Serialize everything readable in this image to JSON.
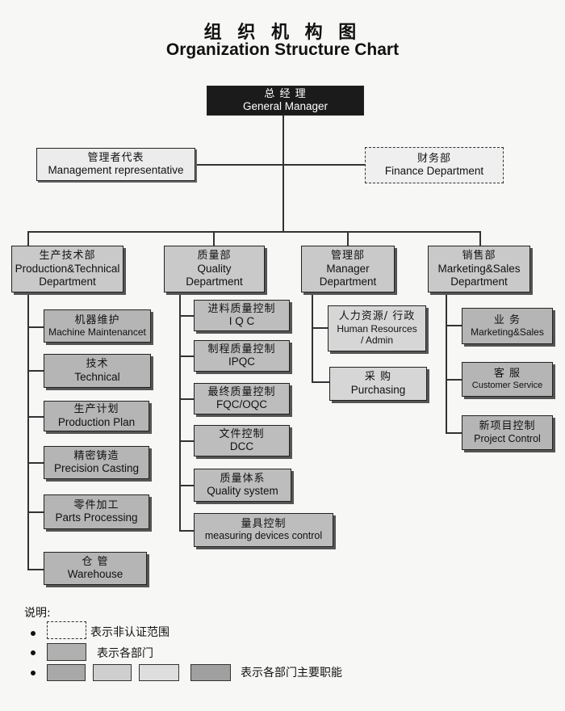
{
  "title": {
    "cn": "组 织 机 构 图",
    "en": "Organization Structure Chart"
  },
  "gm": {
    "cn": "总 经 理",
    "en": "General Manager"
  },
  "mgmt_rep": {
    "cn": "管理者代表",
    "en": "Management representative"
  },
  "finance": {
    "cn": "财务部",
    "en": "Finance Department"
  },
  "departments": [
    {
      "cn": "生产技术部",
      "en1": "Production&Technical",
      "en2": "Department"
    },
    {
      "cn": "质量部",
      "en1": "Quality",
      "en2": "Department"
    },
    {
      "cn": "管理部",
      "en1": "Manager",
      "en2": "Department"
    },
    {
      "cn": "销售部",
      "en1": "Marketing&Sales",
      "en2": "Department"
    }
  ],
  "production_functions": [
    {
      "cn": "机器维护",
      "en": "Machine Maintenancet"
    },
    {
      "cn": "技术",
      "en": "Technical"
    },
    {
      "cn": "生产计划",
      "en": "Production Plan"
    },
    {
      "cn": "精密铸造",
      "en": "Precision Casting"
    },
    {
      "cn": "零件加工",
      "en": "Parts Processing"
    },
    {
      "cn": "仓 管",
      "en": "Warehouse"
    }
  ],
  "quality_functions": [
    {
      "cn": "进料质量控制",
      "en": "I Q C"
    },
    {
      "cn": "制程质量控制",
      "en": "IPQC"
    },
    {
      "cn": "最终质量控制",
      "en": "FQC/OQC"
    },
    {
      "cn": "文件控制",
      "en": "DCC"
    },
    {
      "cn": "质量体系",
      "en": "Quality system"
    },
    {
      "cn": "量具控制",
      "en": "measuring devices control"
    }
  ],
  "manager_functions": [
    {
      "cn": "人力资源/ 行政",
      "en1": "Human Resources",
      "en2": "/ Admin"
    },
    {
      "cn": "采 购",
      "en": "Purchasing"
    }
  ],
  "sales_functions": [
    {
      "cn": "业 务",
      "en": "Marketing&Sales"
    },
    {
      "cn": "客 服",
      "en": "Customer Service"
    },
    {
      "cn": "新项目控制",
      "en": "Project Control"
    }
  ],
  "legend": {
    "heading": "说明:",
    "item1": "表示非认证范围",
    "item2": "表示各部门",
    "item3": "表示各部门主要职能"
  }
}
